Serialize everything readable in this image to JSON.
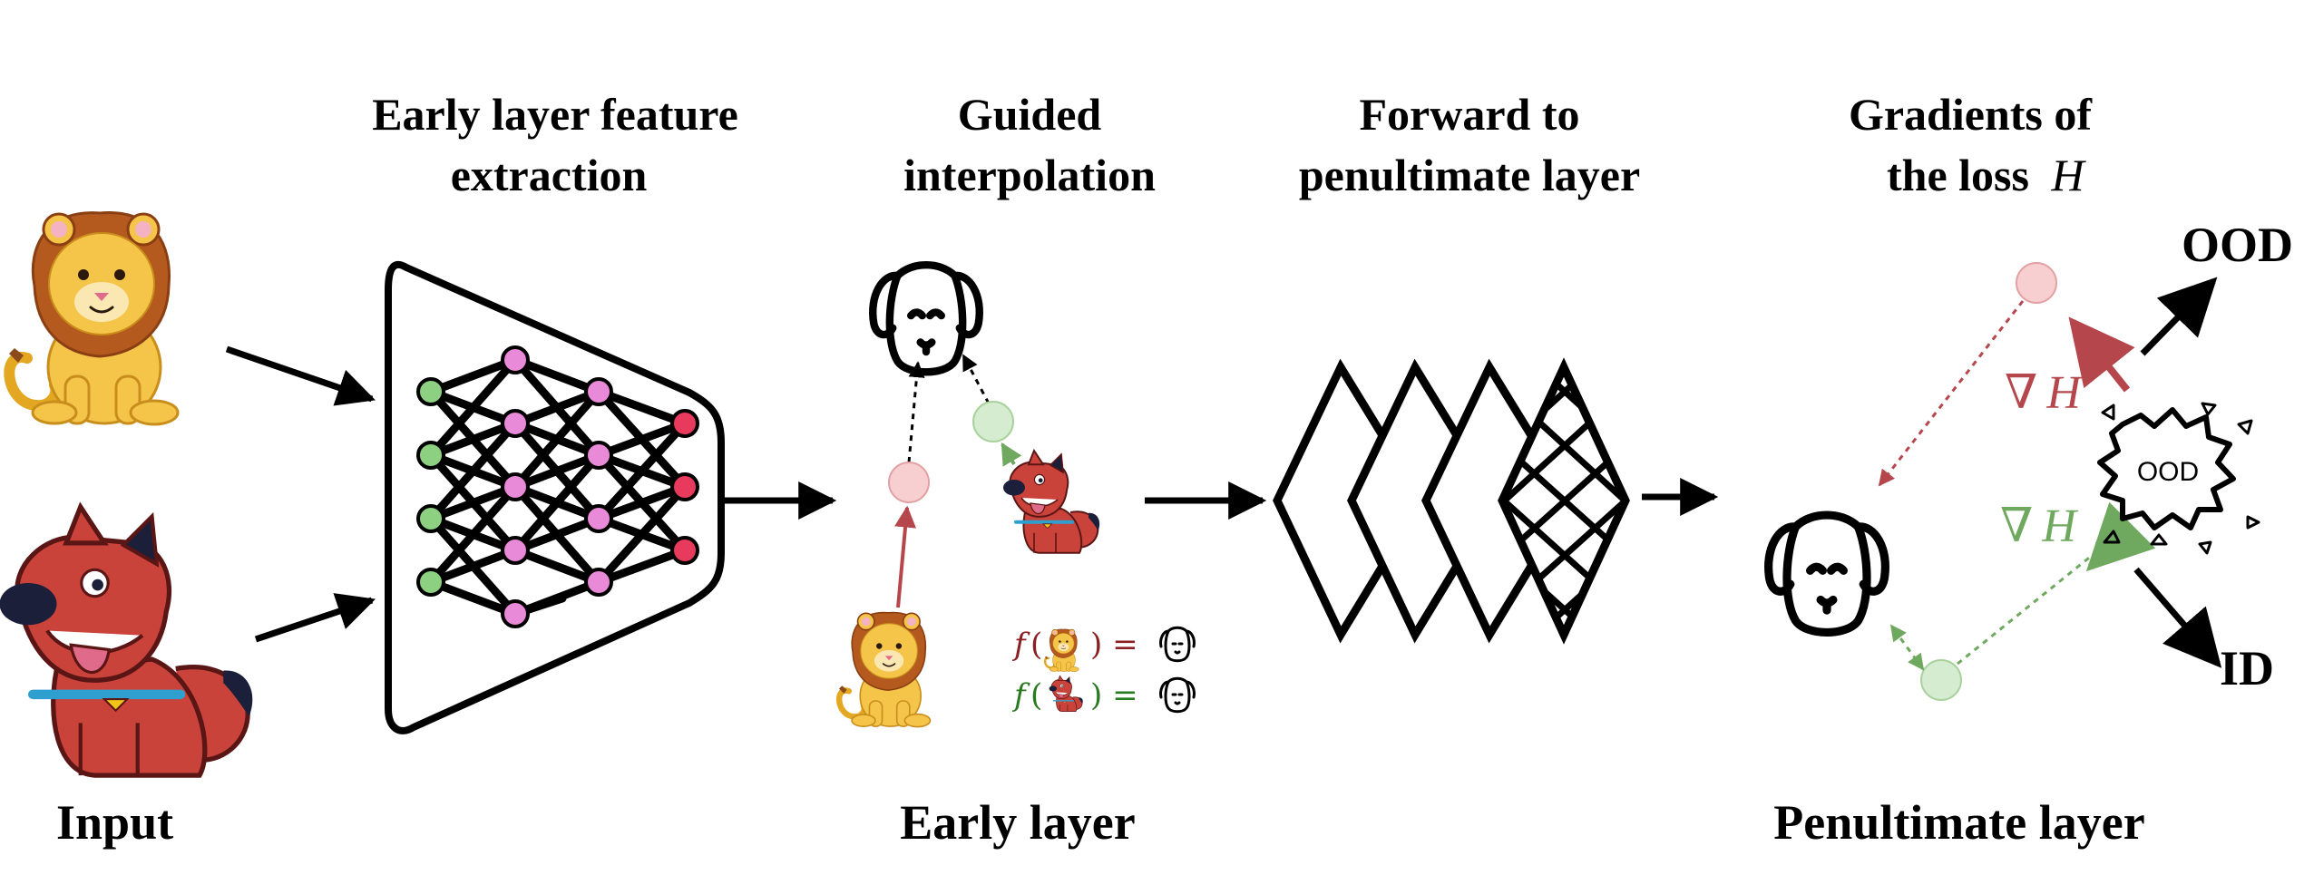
{
  "titles": {
    "early_feature": [
      "Early layer feature",
      "extraction"
    ],
    "guided": [
      "Guided",
      "interpolation"
    ],
    "forward": [
      "Forward to",
      "penultimate layer"
    ],
    "gradients_line1": "Gradients of",
    "gradients_line2_prefix": "the loss",
    "gradients_symbol": "H"
  },
  "labels": {
    "input": "Input",
    "early_layer": "Early layer",
    "penultimate_layer": "Penultimate layer",
    "ood": "OOD",
    "id": "ID",
    "ood_blob": "OOD"
  },
  "gradient_labels": {
    "red": "∇",
    "red_symbol": "H",
    "green": "∇",
    "green_symbol": "H"
  },
  "legend": {
    "f": "f",
    "open": "(",
    "close_eq": ") ="
  },
  "colors": {
    "red": "#b5474c",
    "green": "#6fa85f",
    "pink_node": "#f8cfd0",
    "green_node": "#d5ecd0",
    "nn_green": "#8ed081",
    "nn_pink": "#e88ad8",
    "nn_red": "#e83a5c",
    "legend_red": "#8b1f22",
    "legend_green": "#2a7a22"
  },
  "icons": [
    "lion-icon",
    "dog-icon",
    "dog-outline-icon",
    "ood-explosion-icon"
  ]
}
